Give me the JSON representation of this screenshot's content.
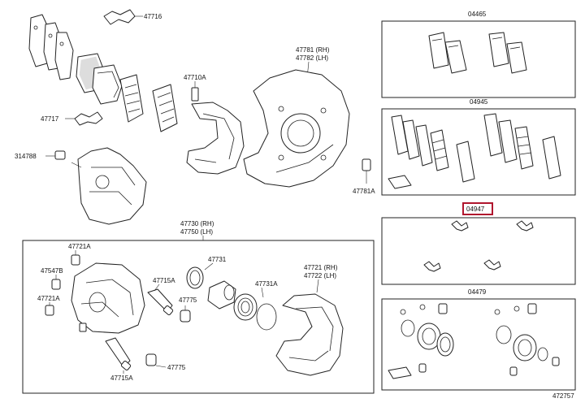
{
  "labels": {
    "p47716": "47716",
    "p47781": "47781 (RH)",
    "p47782": "47782 (LH)",
    "p47710a": "47710A",
    "p47717": "47717",
    "p314788": "314788",
    "p47781a": "47781A",
    "p47730": "47730 (RH)",
    "p47750": "47750 (LH)",
    "p47721a_top": "47721A",
    "p47547b": "47547B",
    "p47721a_bot": "47721A",
    "p47715a_top": "47715A",
    "p47775_top": "47775",
    "p47715a_bot": "47715A",
    "p47775_bot": "47775",
    "p47731": "47731",
    "p47731a": "47731A",
    "p47721": "47721 (RH)",
    "p47722": "47722 (LH)",
    "p04465": "04465",
    "p04945": "04945",
    "p04947": "04947",
    "p04479": "04479",
    "diagram_id": "472757"
  },
  "colors": {
    "line": "#222222",
    "highlight": "#b0162e",
    "background": "#ffffff"
  }
}
